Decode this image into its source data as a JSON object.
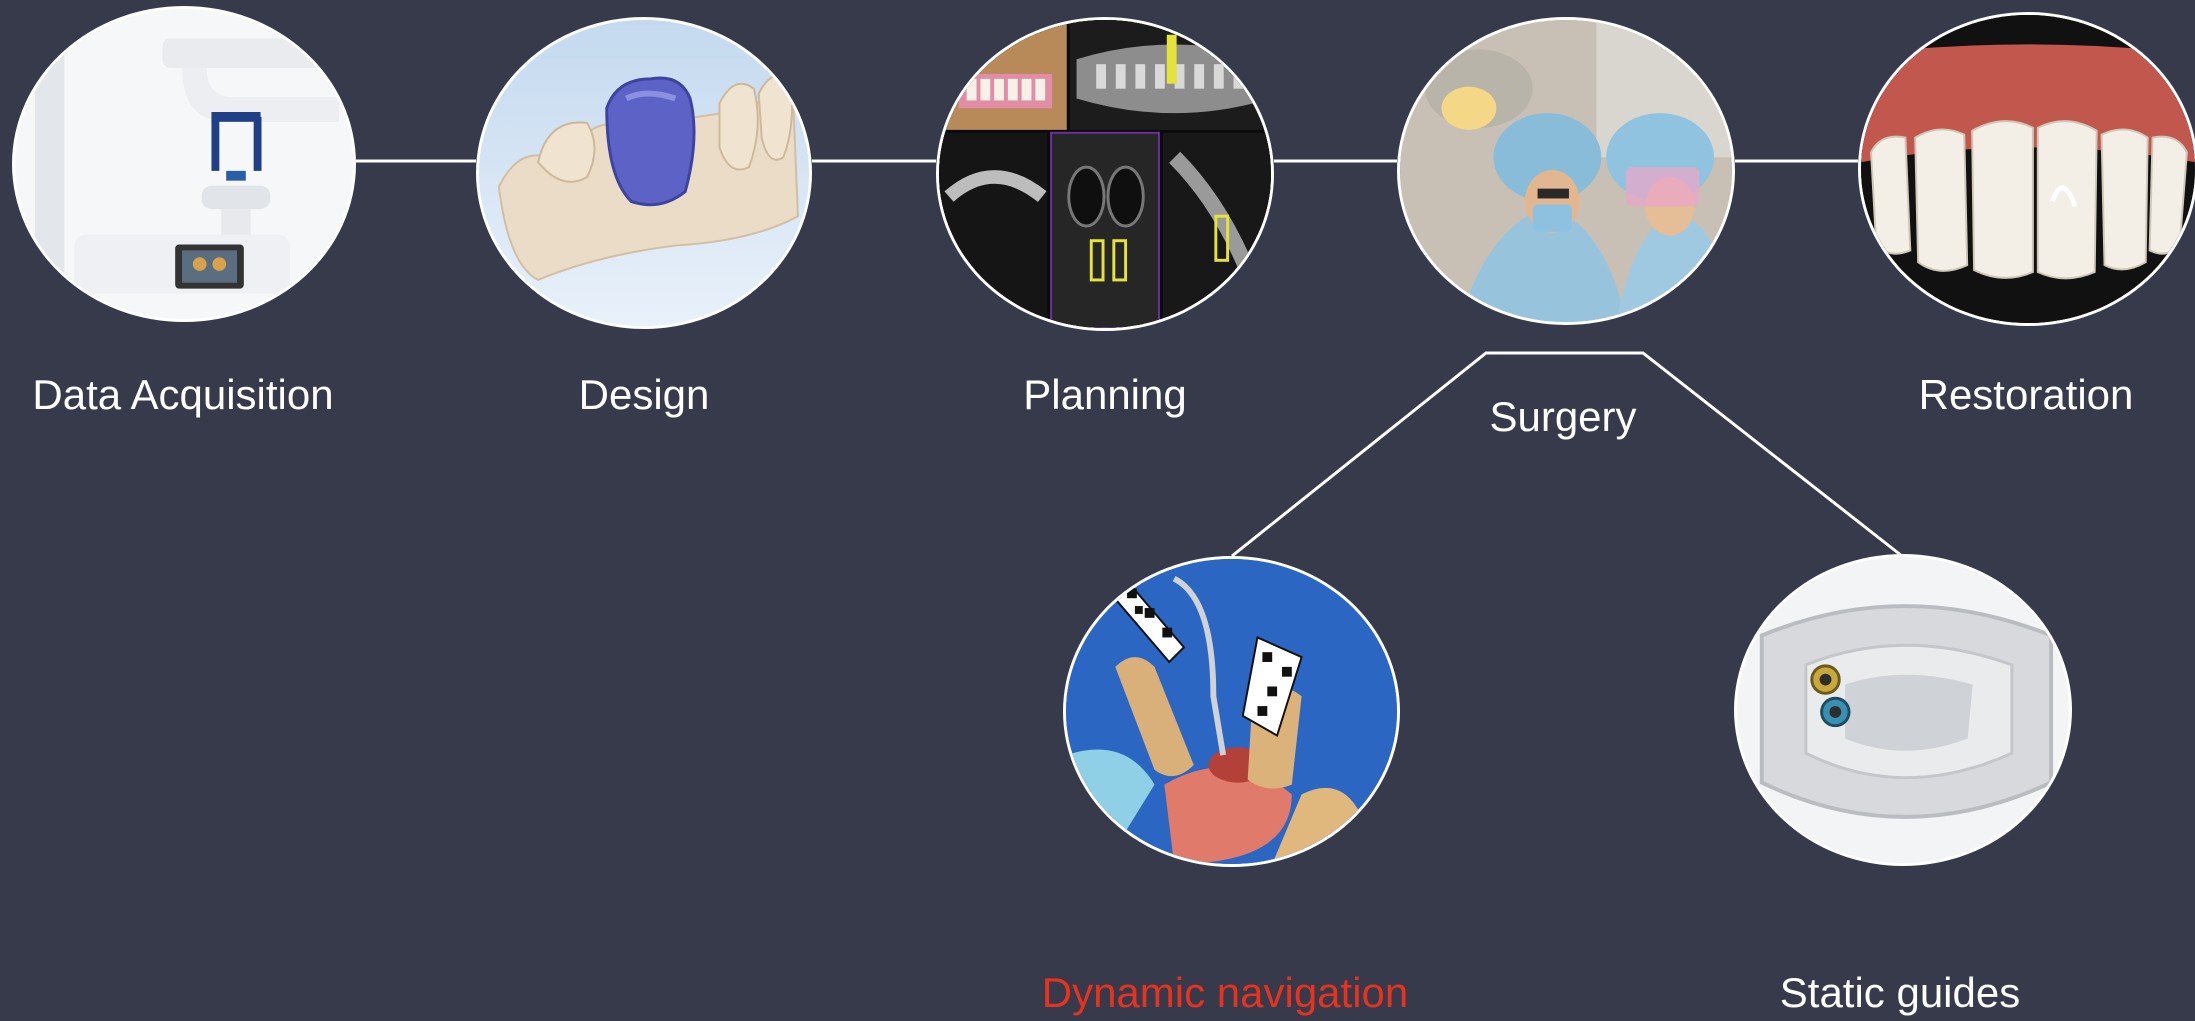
{
  "workflow": {
    "steps": [
      {
        "label": "Data Acquisition",
        "icon": "cbct-scanner-icon"
      },
      {
        "label": "Design",
        "icon": "crown-design-icon"
      },
      {
        "label": "Planning",
        "icon": "implant-planning-icon"
      },
      {
        "label": "Surgery",
        "icon": "surgery-icon"
      },
      {
        "label": "Restoration",
        "icon": "restored-teeth-icon"
      }
    ],
    "surgery_options": [
      {
        "label": "Dynamic navigation",
        "icon": "dynamic-navigation-icon",
        "highlighted": true
      },
      {
        "label": "Static guides",
        "icon": "surgical-guide-icon",
        "highlighted": false
      }
    ]
  },
  "colors": {
    "background": "#363a4b",
    "line": "#ffffff",
    "text": "#ffffff",
    "highlight": "#e8321d"
  }
}
